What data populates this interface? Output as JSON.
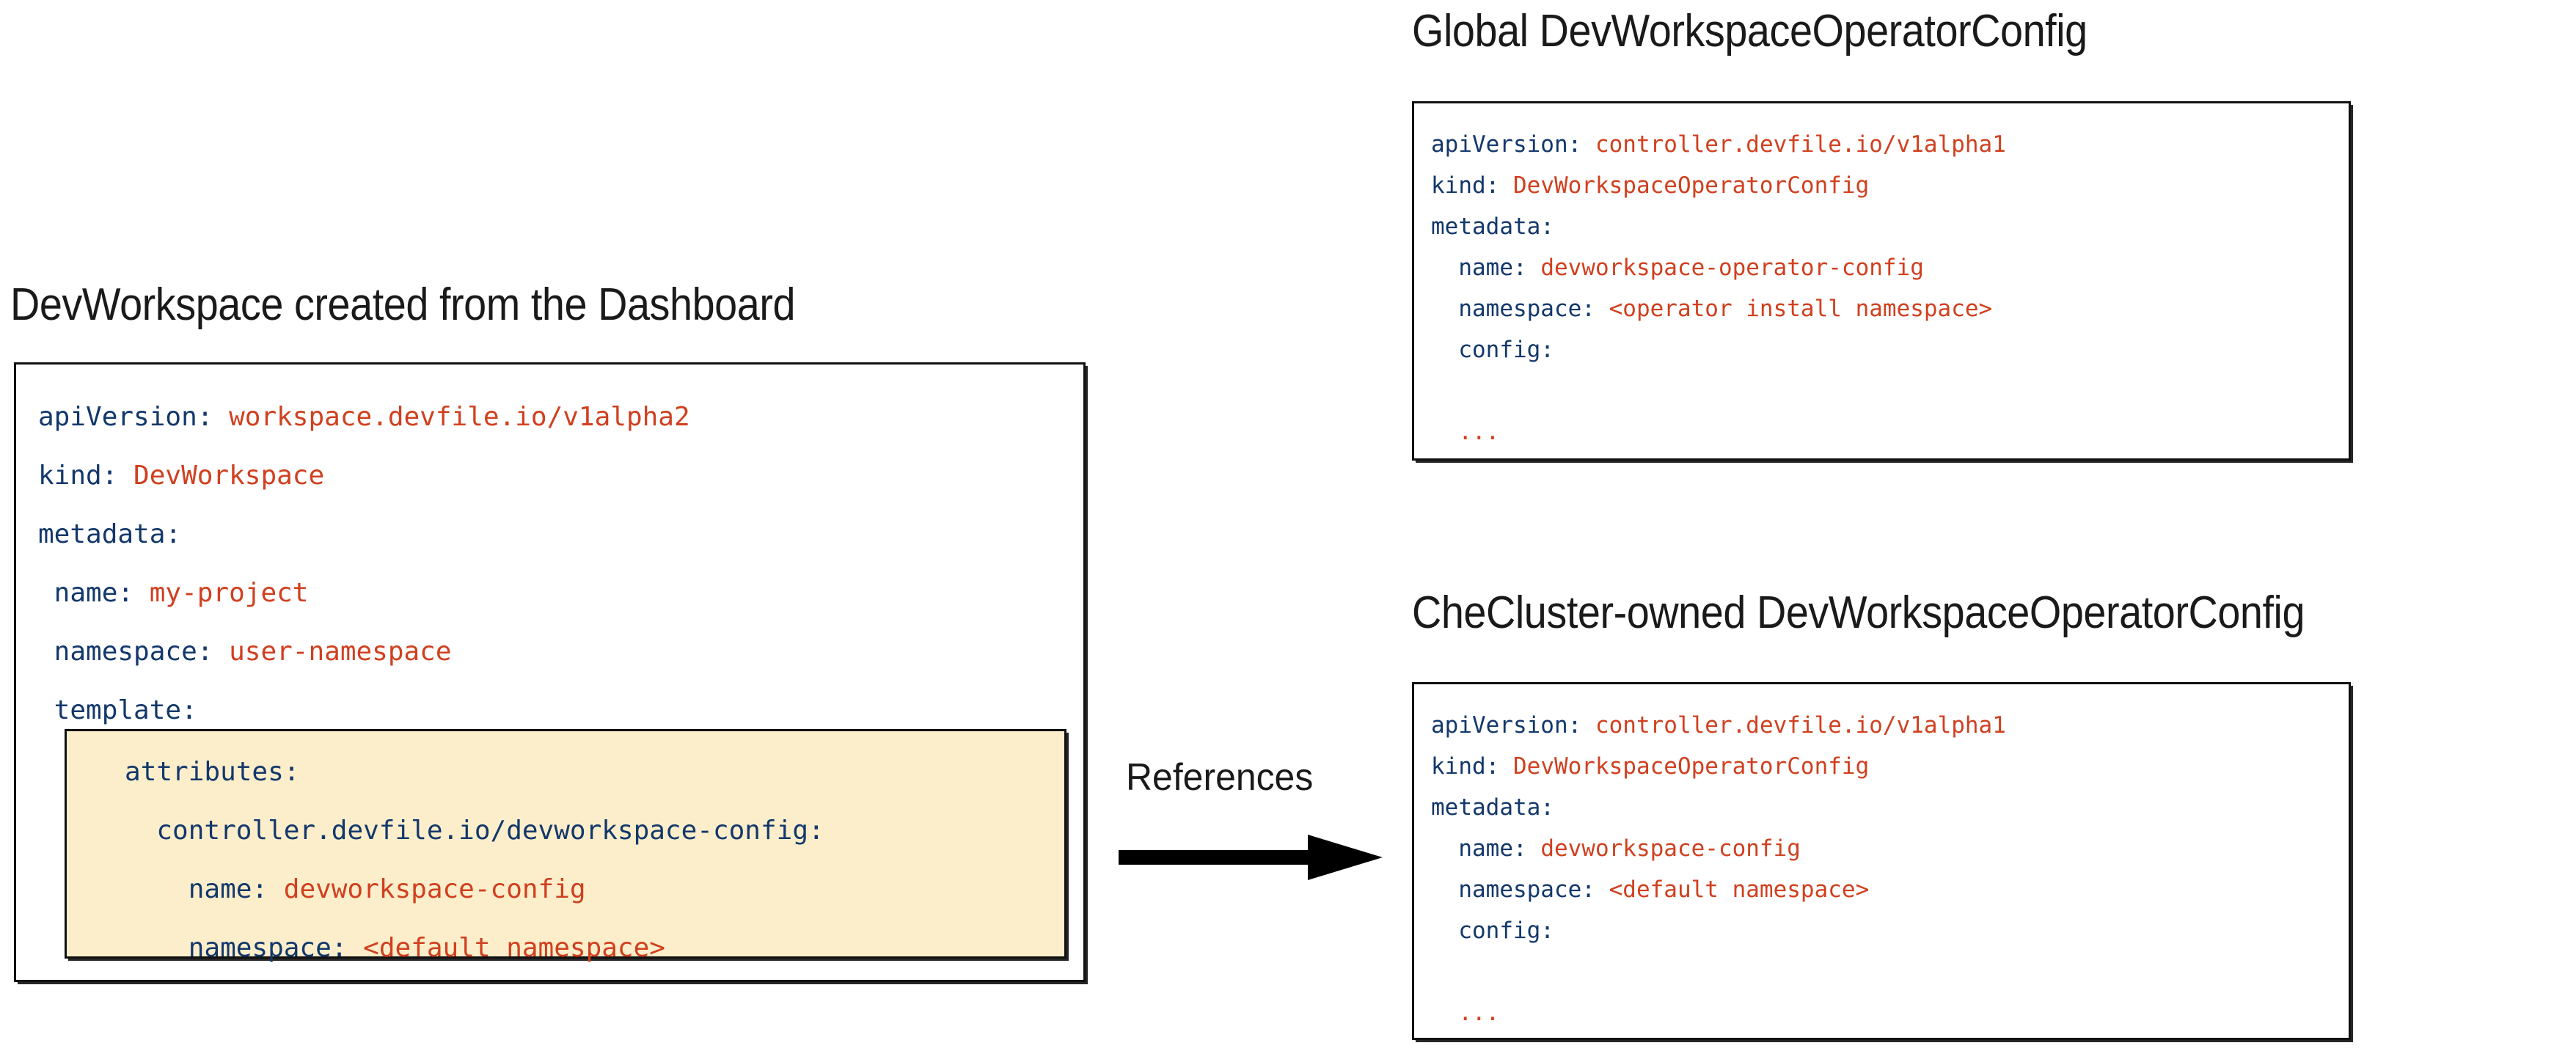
{
  "colors": {
    "yaml_key": "#13386b",
    "yaml_value": "#d0401f",
    "highlight_bg": "#fceecb",
    "border": "#111111",
    "text": "#1a1a1a",
    "page_bg": "#ffffff"
  },
  "devworkspace": {
    "title": "DevWorkspace created from the Dashboard",
    "code": [
      {
        "key": "apiVersion:",
        "value": " workspace.devfile.io/v1alpha2"
      },
      {
        "key": "kind:",
        "value": " DevWorkspace"
      },
      {
        "key": "metadata:",
        "value": ""
      },
      {
        "key": " name:",
        "value": " my-project"
      },
      {
        "key": " namespace:",
        "value": " user-namespace"
      },
      {
        "key": " template:",
        "value": ""
      }
    ],
    "highlight": {
      "lines": [
        {
          "key": "   attributes:",
          "value": ""
        },
        {
          "key": "     controller.devfile.io/devworkspace-config:",
          "value": ""
        },
        {
          "key": "       name:",
          "value": " devworkspace-config"
        },
        {
          "key": "       namespace:",
          "value": " <default namespace>"
        }
      ]
    }
  },
  "global_dwoc": {
    "title": "Global DevWorkspaceOperatorConfig",
    "code": [
      {
        "key": "apiVersion:",
        "value": " controller.devfile.io/v1alpha1"
      },
      {
        "key": "kind:",
        "value": " DevWorkspaceOperatorConfig"
      },
      {
        "key": "metadata:",
        "value": ""
      },
      {
        "key": "  name:",
        "value": " devworkspace-operator-config"
      },
      {
        "key": "  namespace:",
        "value": " <operator install namespace>"
      },
      {
        "key": "  config:",
        "value": ""
      },
      {
        "key": "",
        "value": ""
      },
      {
        "key": "  ",
        "value": "..."
      }
    ]
  },
  "checluster_dwoc": {
    "title": "CheCluster-owned DevWorkspaceOperatorConfig",
    "code": [
      {
        "key": "apiVersion:",
        "value": " controller.devfile.io/v1alpha1"
      },
      {
        "key": "kind:",
        "value": " DevWorkspaceOperatorConfig"
      },
      {
        "key": "metadata:",
        "value": ""
      },
      {
        "key": "  name:",
        "value": " devworkspace-config"
      },
      {
        "key": "  namespace:",
        "value": " <default namespace>"
      },
      {
        "key": "  config:",
        "value": ""
      },
      {
        "key": "",
        "value": ""
      },
      {
        "key": "  ",
        "value": "..."
      }
    ]
  },
  "relation": {
    "label": "References",
    "arrow_icon": "arrow-right-icon",
    "direction": "left-to-right"
  }
}
